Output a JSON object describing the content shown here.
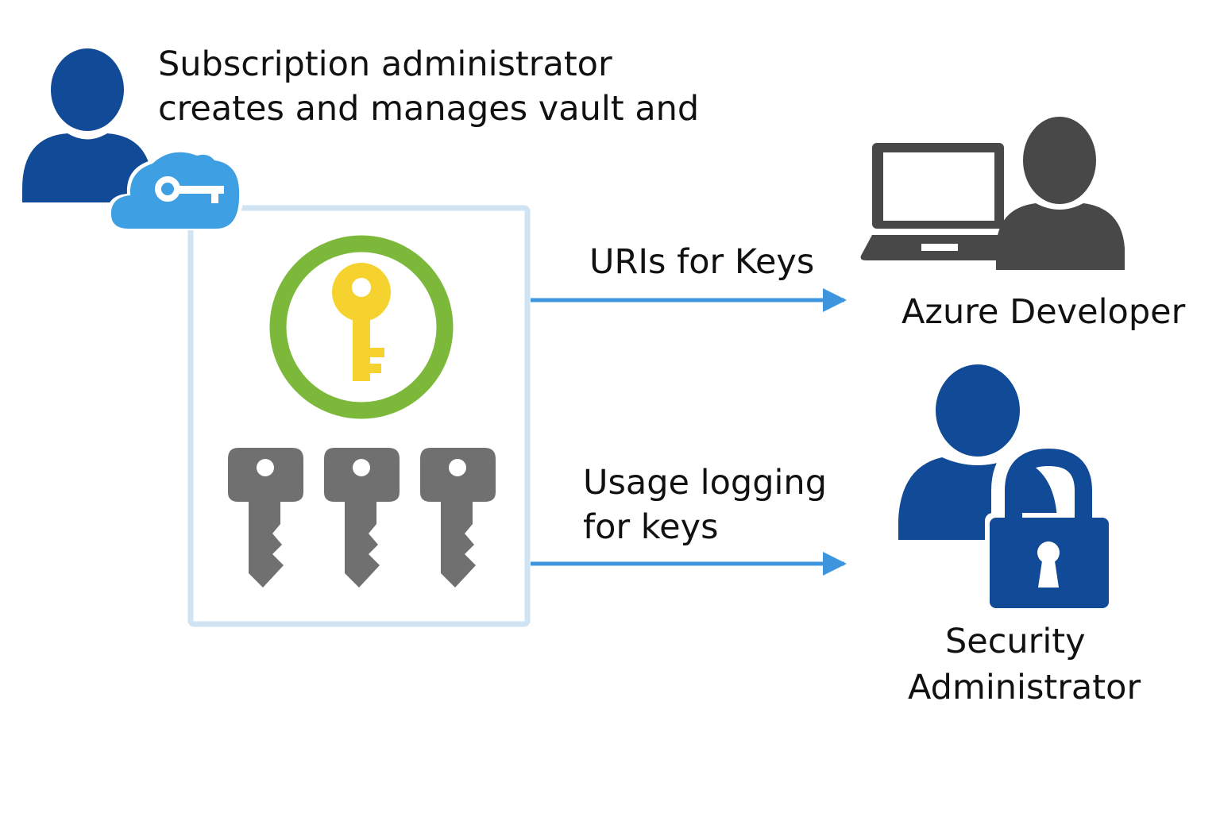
{
  "header": {
    "line1": "Subscription administrator",
    "line2": "creates and manages vault and"
  },
  "flows": [
    {
      "line1": "URIs for Keys",
      "line2": ""
    },
    {
      "line1": "Usage logging",
      "line2": "for keys"
    }
  ],
  "roles": {
    "developer": {
      "line1": "Azure Developer",
      "line2": ""
    },
    "security": {
      "line1": "Security",
      "line2": "Administrator"
    }
  },
  "icons": {
    "subscription_admin": "user-icon",
    "cloud_key": "cloud-key-icon",
    "vault": "key-vault-icon",
    "master_key": "key-icon",
    "keys": [
      "key-icon",
      "key-icon",
      "key-icon"
    ],
    "developer": "laptop-user-icon",
    "security": "user-lock-icon"
  },
  "colors": {
    "admin_blue": "#114a96",
    "cloud_blue": "#3ea0e3",
    "vault_border": "#cfe3f3",
    "ring_green": "#7cb83a",
    "key_yellow": "#f5d22e",
    "key_gray": "#707070",
    "developer_gray": "#484848",
    "arrow_blue": "#3d96dd"
  }
}
